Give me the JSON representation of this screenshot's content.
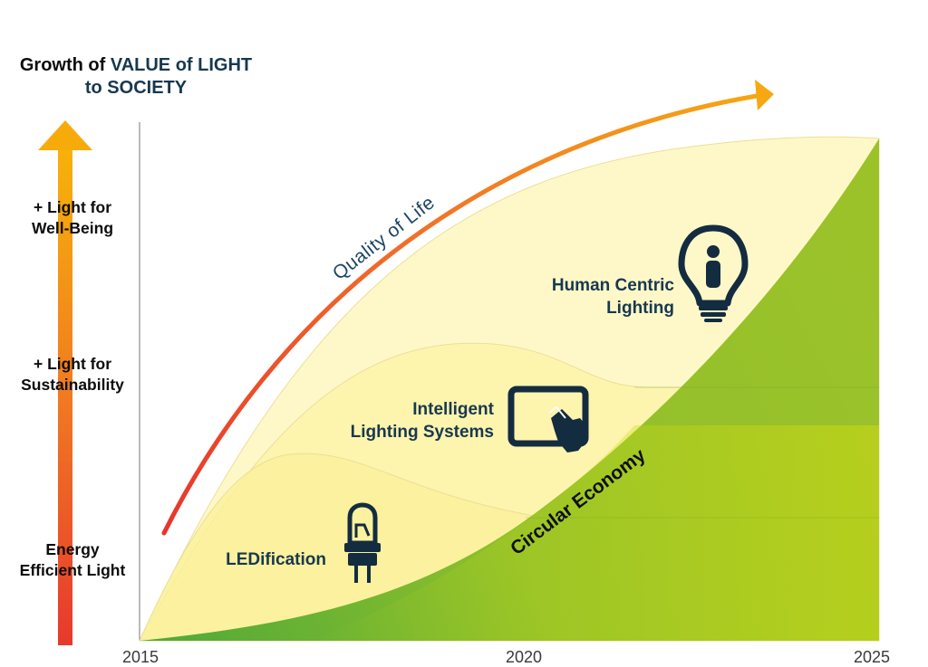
{
  "title": {
    "line1_prefix": "Growth of ",
    "line1_value": "VALUE of LIGHT",
    "line2": "to SOCIETY"
  },
  "y_levels": [
    {
      "line1": "+ Light for",
      "line2": "Well-Being"
    },
    {
      "line1": "+ Light for",
      "line2": "Sustainability"
    },
    {
      "line1": "Energy",
      "line2": "Efficient Light"
    }
  ],
  "x_axis": {
    "ticks": [
      "2015",
      "2020",
      "2025"
    ]
  },
  "curve_label": "Quality of Life",
  "areas": {
    "human_centric": {
      "line1": "Human Centric",
      "line2": "Lighting"
    },
    "intelligent": {
      "line1": "Intelligent",
      "line2": "Lighting Systems"
    },
    "ledification": "LEDification",
    "circular": "Circular Economy"
  },
  "icons": [
    "lightbulb-person-icon",
    "tablet-touch-icon",
    "led-diode-icon"
  ],
  "colors": {
    "navy": "#17384f",
    "orange": "#f4a40f",
    "red": "#e8412c",
    "green": "#8dbd2c",
    "yellow_fill": "#fdf6b4"
  }
}
